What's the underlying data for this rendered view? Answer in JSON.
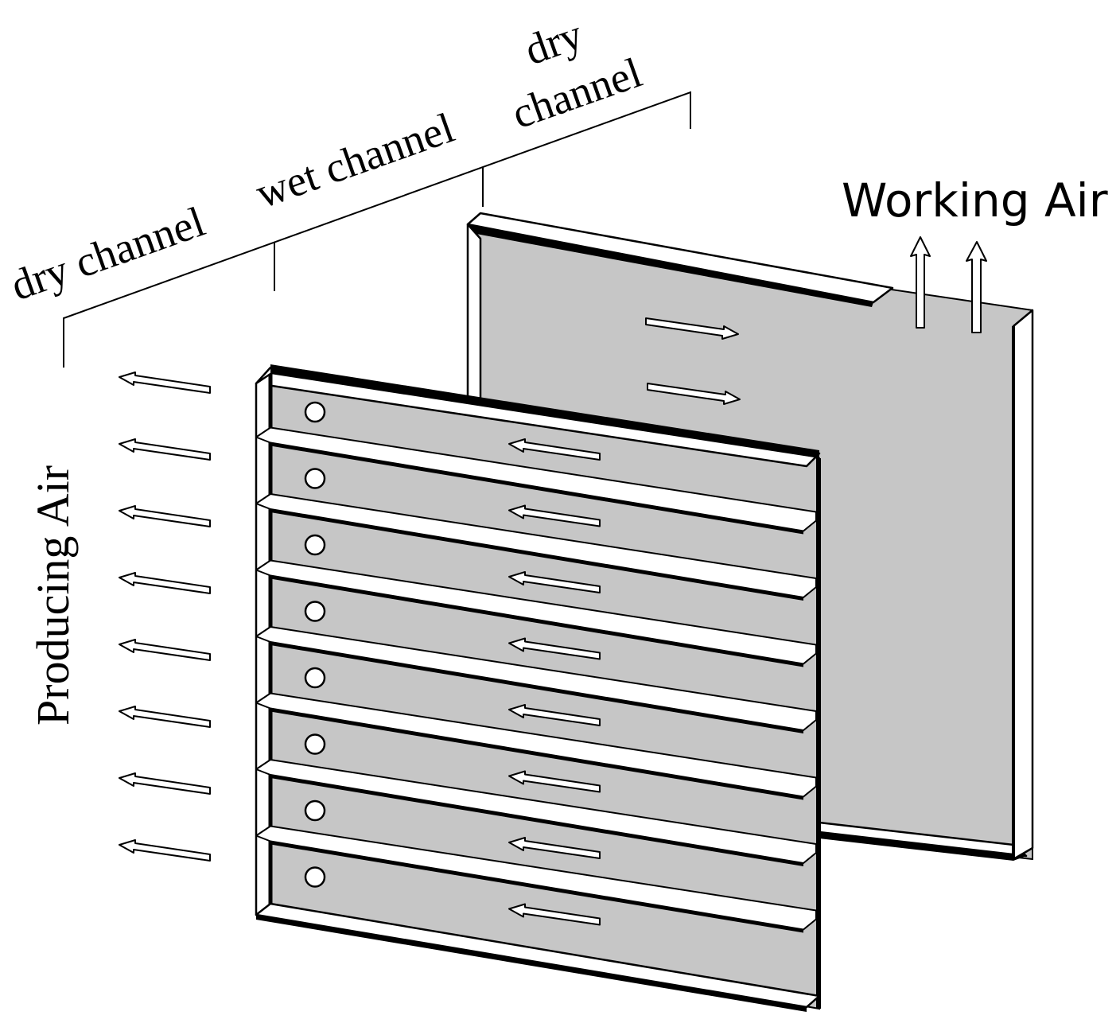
{
  "labels": {
    "dry_channel_left": "dry channel",
    "wet_channel": "wet channel",
    "dry_channel_right_top": "dry",
    "dry_channel_right_bottom": "channel",
    "working_air": "Working Air",
    "producing_air": "Producing Air"
  },
  "front_plate": {
    "channel_count": 8,
    "hole_count": 8,
    "inner_arrow_count": 8
  },
  "producing_air_arrow_count": 8,
  "back_plate": {
    "inner_arrow_count": 2,
    "working_air_arrow_count": 2
  },
  "colors": {
    "plate_fill": "#c6c6c6",
    "outline": "#000000",
    "rib": "#ffffff"
  }
}
